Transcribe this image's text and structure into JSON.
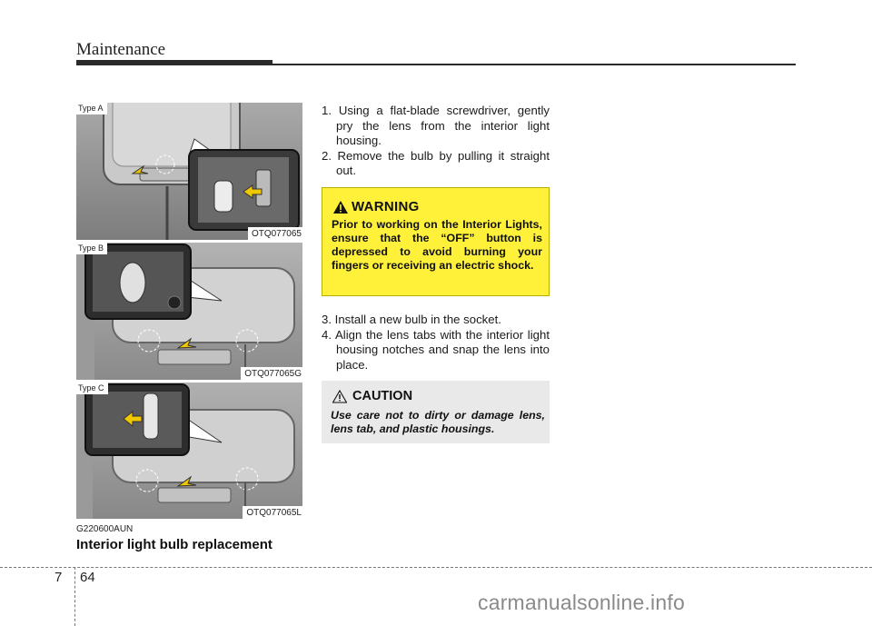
{
  "header": {
    "title": "Maintenance"
  },
  "figures": [
    {
      "type_label": "Type A",
      "code": "OTQ077065"
    },
    {
      "type_label": "Type B",
      "code": "OTQ077065G"
    },
    {
      "type_label": "Type C",
      "code": "OTQ077065L"
    }
  ],
  "section": {
    "code": "G220600AUN",
    "title": "Interior light bulb replacement"
  },
  "steps_part1": [
    "1. Using a flat-blade screwdriver, gently pry the lens from the interior light housing.",
    "2. Remove the bulb by pulling it straight out."
  ],
  "warning": {
    "title": "WARNING",
    "text": "Prior to working on the Interior Lights, ensure that the “OFF” button is depressed to avoid burning your fingers or receiving an electric shock.",
    "background": "#fff13a"
  },
  "steps_part2": [
    "3. Install a new bulb in the socket.",
    "4. Align the lens tabs with the interior light housing notches and snap the lens into place."
  ],
  "caution": {
    "title": "CAUTION",
    "text": "Use care not to dirty or damage lens, lens tab, and plastic housings.",
    "background": "#e9e9e9"
  },
  "footer": {
    "chapter": "7",
    "page": "64",
    "watermark": "carmanualsonline.info"
  }
}
